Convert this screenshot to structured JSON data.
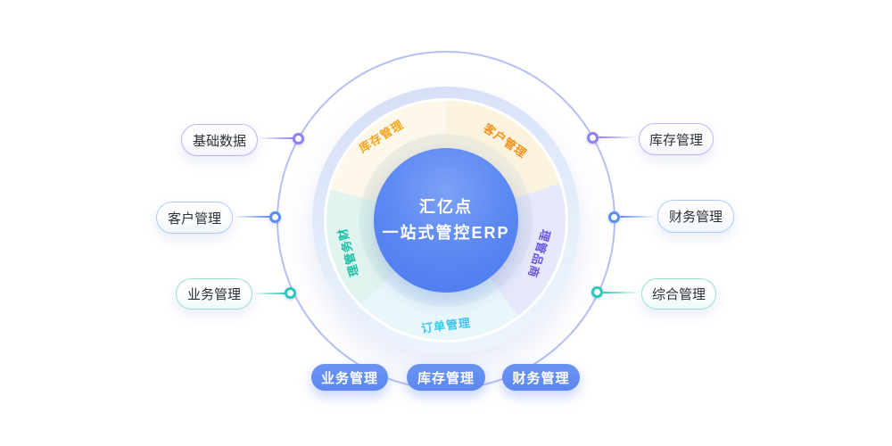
{
  "center": {
    "line1": "汇亿点",
    "line2": "一站式管控ERP",
    "bg_color": "#5E8AF3"
  },
  "wheel": {
    "segments": [
      {
        "label": "客户管理",
        "from": 0,
        "to": 72,
        "bg": "#FCF3DF",
        "inner_bg": "#EFECDE",
        "text_color": "#F3921E"
      },
      {
        "label": "商品管理",
        "from": 72,
        "to": 143,
        "bg": "#E6E9FB",
        "inner_bg": "#DFE2F1",
        "text_color": "#6A5AE0"
      },
      {
        "label": "订单管理",
        "from": 143,
        "to": 225,
        "bg": "#E9F7FB",
        "inner_bg": "#DFF0F5",
        "text_color": "#3EC5F1"
      },
      {
        "label": "财务管理",
        "from": 225,
        "to": 285,
        "bg": "#E1F4EF",
        "inner_bg": "#D7EEE7",
        "text_color": "#17BFA6"
      },
      {
        "label": "库存管理",
        "from": 285,
        "to": 360,
        "bg": "#FDF8E9",
        "inner_bg": "#EDECE0",
        "text_color": "#F5A51D"
      }
    ]
  },
  "left_pills": [
    {
      "label": "基础数据",
      "accent": "#8F80F2",
      "border": "#BDB4F6",
      "tint": "#F5F3FF"
    },
    {
      "label": "客户管理",
      "accent": "#5B8CF2",
      "border": "#AECBF7",
      "tint": "#EFF5FF"
    },
    {
      "label": "业务管理",
      "accent": "#2EC8B2",
      "border": "#9ADFD2",
      "tint": "#EDFAF7"
    }
  ],
  "right_pills": [
    {
      "label": "库存管理",
      "accent": "#8F80F2",
      "border": "#BDB4F6",
      "tint": "#F5F3FF"
    },
    {
      "label": "财务管理",
      "accent": "#5B8CF2",
      "border": "#AECBF7",
      "tint": "#EFF5FF"
    },
    {
      "label": "综合管理",
      "accent": "#2EC8B2",
      "border": "#9ADFD2",
      "tint": "#EDFAF7"
    }
  ],
  "bottom": {
    "pill_bg": "#5C87F0",
    "items": [
      {
        "label": "业务管理"
      },
      {
        "label": "库存管理"
      },
      {
        "label": "财务管理"
      }
    ]
  }
}
